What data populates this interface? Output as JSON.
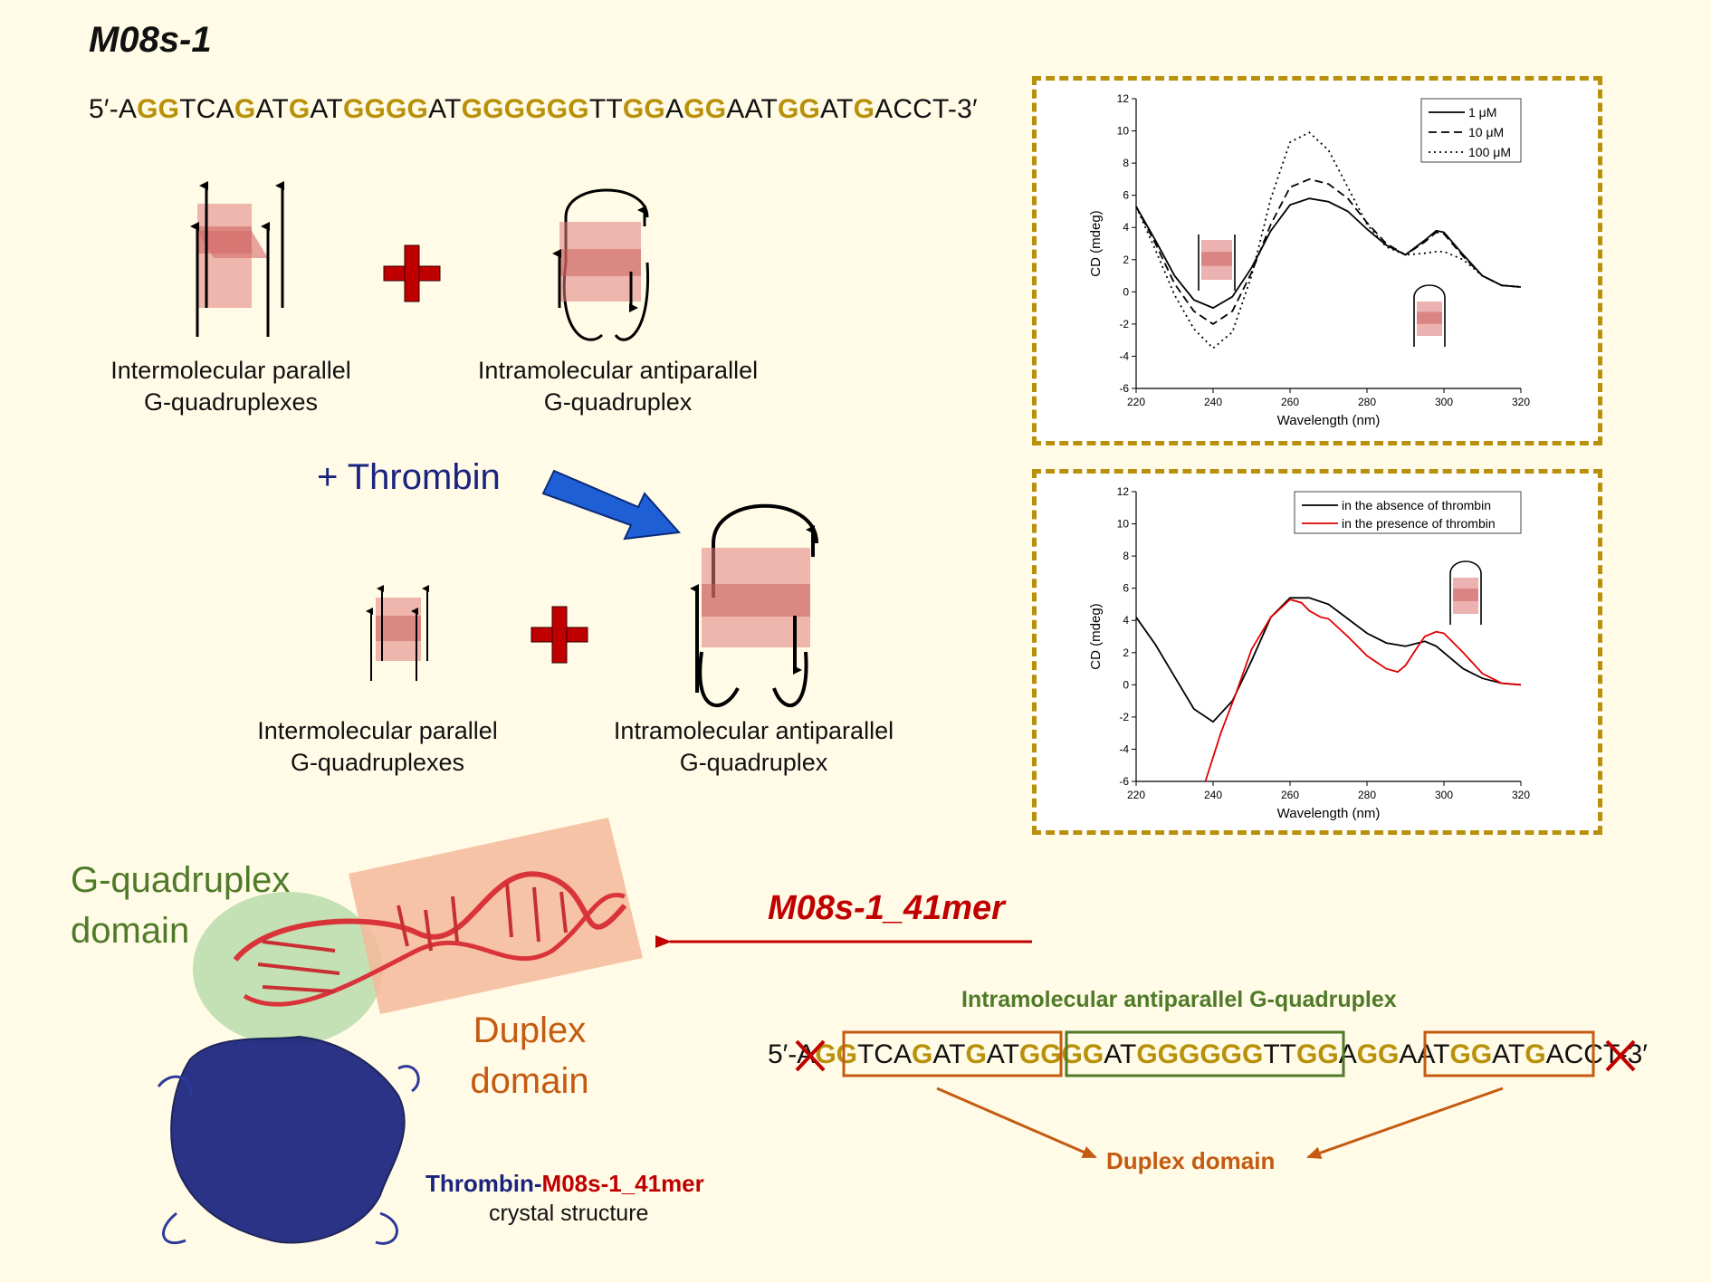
{
  "title": "M08s-1",
  "sequence_top": {
    "segments": [
      {
        "t": "5′-A",
        "g": false
      },
      {
        "t": "GG",
        "g": true
      },
      {
        "t": "TCA",
        "g": false
      },
      {
        "t": "G",
        "g": true
      },
      {
        "t": "AT",
        "g": false
      },
      {
        "t": "G",
        "g": true
      },
      {
        "t": "AT",
        "g": false
      },
      {
        "t": "GGGG",
        "g": true
      },
      {
        "t": "AT",
        "g": false
      },
      {
        "t": "GGGGGG",
        "g": true
      },
      {
        "t": "TT",
        "g": false
      },
      {
        "t": "GG",
        "g": true
      },
      {
        "t": "A",
        "g": false
      },
      {
        "t": "GG",
        "g": true
      },
      {
        "t": "AAT",
        "g": false
      },
      {
        "t": "GG",
        "g": true
      },
      {
        "t": "AT",
        "g": false
      },
      {
        "t": "G",
        "g": true
      },
      {
        "t": "ACCT-3′",
        "g": false
      }
    ]
  },
  "labels": {
    "inter_parallel_1": "Intermolecular parallel",
    "inter_parallel_2": "G-quadruplexes",
    "intra_anti_1": "Intramolecular antiparallel",
    "intra_anti_2": "G-quadruplex",
    "thrombin": "+ Thrombin",
    "gq_domain_1": "G-quadruplex",
    "gq_domain_2": "domain",
    "duplex_domain_1": "Duplex",
    "duplex_domain_2": "domain",
    "mer41": "M08s-1_41mer",
    "gq_title": "Intramolecular antiparallel G-quadruplex",
    "duplex_label": "Duplex domain",
    "caption_thrombin": "Thrombin-",
    "caption_mer": "M08s-1_41mer",
    "caption_2": "crystal structure"
  },
  "sequence_bottom": {
    "segments": [
      {
        "t": "5′-A",
        "g": false
      },
      {
        "t": "GG",
        "g": true
      },
      {
        "t": "TCA",
        "g": false
      },
      {
        "t": "G",
        "g": true
      },
      {
        "t": "AT",
        "g": false
      },
      {
        "t": "G",
        "g": true
      },
      {
        "t": "AT",
        "g": false
      },
      {
        "t": "GGGG",
        "g": true
      },
      {
        "t": "AT",
        "g": false
      },
      {
        "t": "GGGGGG",
        "g": true
      },
      {
        "t": "TT",
        "g": false
      },
      {
        "t": "GG",
        "g": true
      },
      {
        "t": "A",
        "g": false
      },
      {
        "t": "GG",
        "g": true
      },
      {
        "t": "AAT",
        "g": false
      },
      {
        "t": "GG",
        "g": true
      },
      {
        "t": "AT",
        "g": false
      },
      {
        "t": "G",
        "g": true
      },
      {
        "t": "ACCT-3′",
        "g": false
      }
    ]
  },
  "colors": {
    "guanine": "#b8900a",
    "green": "#4f7a28",
    "orange": "#c55a11",
    "red": "#c00000",
    "navy": "#1a237e",
    "blue_arrow": "#1f5fd6"
  },
  "chart_data": [
    {
      "type": "line",
      "xlabel": "Wavelength (nm)",
      "ylabel": "CD (mdeg)",
      "xlim": [
        220,
        320
      ],
      "ylim": [
        -6,
        12
      ],
      "xticks": [
        220,
        240,
        260,
        280,
        300,
        320
      ],
      "yticks": [
        -6,
        -4,
        -2,
        0,
        2,
        4,
        6,
        8,
        10,
        12
      ],
      "legend": "top-right",
      "series": [
        {
          "name": "1 μM",
          "style": "solid",
          "x": [
            220,
            225,
            230,
            235,
            240,
            245,
            250,
            255,
            260,
            265,
            270,
            275,
            280,
            285,
            290,
            295,
            298,
            300,
            305,
            310,
            315,
            320
          ],
          "y": [
            5.3,
            3.2,
            1.0,
            -0.5,
            -1.0,
            -0.3,
            1.5,
            3.8,
            5.4,
            5.8,
            5.6,
            5.0,
            3.9,
            2.9,
            2.3,
            3.2,
            3.8,
            3.7,
            2.3,
            1.0,
            0.4,
            0.3
          ]
        },
        {
          "name": "10 μM",
          "style": "dashed",
          "x": [
            220,
            225,
            230,
            235,
            240,
            245,
            250,
            255,
            260,
            265,
            270,
            275,
            280,
            285,
            290,
            295,
            298,
            300,
            305,
            310,
            315,
            320
          ],
          "y": [
            5.3,
            3.0,
            0.5,
            -1.2,
            -2.0,
            -1.2,
            1.2,
            4.2,
            6.5,
            7.0,
            6.7,
            5.8,
            4.3,
            3.0,
            2.3,
            3.1,
            3.7,
            3.6,
            2.2,
            1.0,
            0.4,
            0.3
          ]
        },
        {
          "name": "100 μM",
          "style": "dotted",
          "x": [
            220,
            225,
            230,
            235,
            240,
            245,
            250,
            255,
            260,
            265,
            270,
            275,
            280,
            285,
            290,
            295,
            298,
            300,
            305,
            310,
            315,
            320
          ],
          "y": [
            5.3,
            2.6,
            -0.2,
            -2.3,
            -3.5,
            -2.5,
            1.0,
            5.8,
            9.3,
            9.9,
            8.8,
            6.5,
            4.2,
            2.8,
            2.3,
            2.4,
            2.5,
            2.5,
            2.0,
            1.0,
            0.4,
            0.3
          ]
        }
      ]
    },
    {
      "type": "line",
      "xlabel": "Wavelength (nm)",
      "ylabel": "CD (mdeg)",
      "xlim": [
        220,
        320
      ],
      "ylim": [
        -6,
        12
      ],
      "xticks": [
        220,
        240,
        260,
        280,
        300,
        320
      ],
      "yticks": [
        -6,
        -4,
        -2,
        0,
        2,
        4,
        6,
        8,
        10,
        12
      ],
      "legend": "top-right",
      "series": [
        {
          "name": "in the absence of thrombin",
          "color": "#000000",
          "x": [
            220,
            225,
            230,
            235,
            240,
            245,
            250,
            255,
            260,
            265,
            270,
            275,
            280,
            285,
            290,
            295,
            298,
            300,
            305,
            310,
            315,
            320
          ],
          "y": [
            4.2,
            2.5,
            0.5,
            -1.5,
            -2.3,
            -1.0,
            1.5,
            4.2,
            5.4,
            5.4,
            5.0,
            4.1,
            3.2,
            2.6,
            2.4,
            2.7,
            2.4,
            2.0,
            1.0,
            0.4,
            0.1,
            0.0
          ]
        },
        {
          "name": "in the presence of thrombin",
          "color": "#e00000",
          "x": [
            238,
            242,
            246,
            250,
            255,
            260,
            263,
            265,
            268,
            270,
            275,
            280,
            285,
            288,
            290,
            293,
            295,
            298,
            300,
            305,
            310,
            315,
            320
          ],
          "y": [
            -6,
            -3.0,
            -0.5,
            2.2,
            4.2,
            5.3,
            5.1,
            4.6,
            4.2,
            4.1,
            3.0,
            1.8,
            1.0,
            0.8,
            1.2,
            2.3,
            3.0,
            3.3,
            3.2,
            2.0,
            0.7,
            0.1,
            0.0
          ]
        }
      ]
    }
  ]
}
